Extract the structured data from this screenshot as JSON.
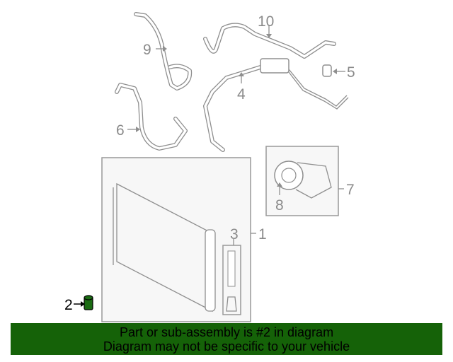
{
  "diagram": {
    "callouts": [
      "1",
      "2",
      "3",
      "4",
      "5",
      "6",
      "7",
      "8",
      "9",
      "10"
    ],
    "highlighted_part": "2",
    "highlight_color": "#1a6b12"
  },
  "banner": {
    "line1": "Part or sub-assembly is #2 in diagram",
    "line2": "Diagram may not be specific to your vehicle",
    "color": "#156208"
  }
}
